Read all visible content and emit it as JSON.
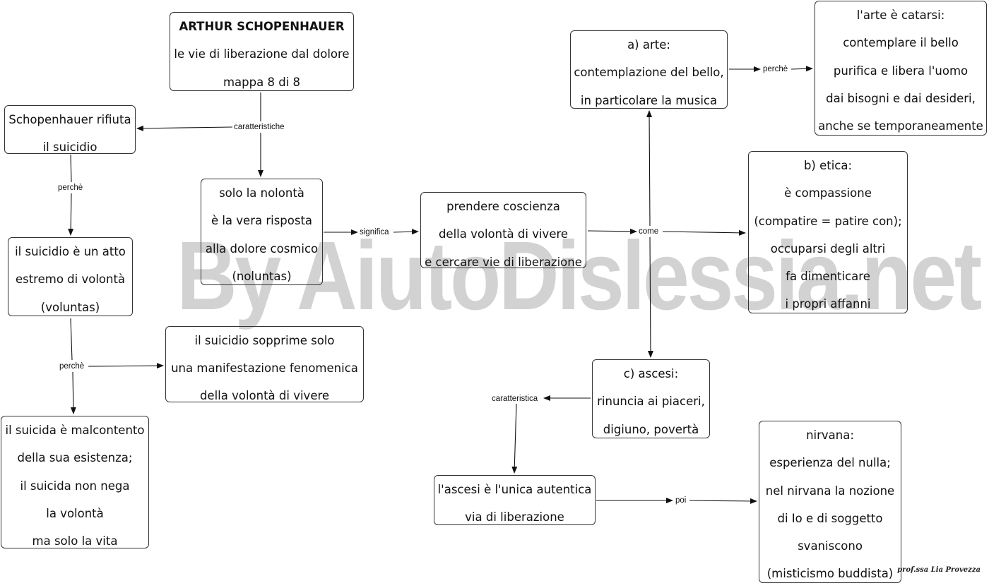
{
  "watermark": "By AiutoDislessia.net",
  "signature": "prof.ssa Lia Provezza",
  "nodes": {
    "title": [
      "ARTHUR SCHOPENHAUER",
      "le vie di liberazione dal dolore",
      "mappa 8 di 8"
    ],
    "rifiuta": [
      "Schopenhauer rifiuta",
      "il suicidio"
    ],
    "nolonta": [
      "solo la nolontà",
      "è la vera risposta",
      "alla dolore cosmico",
      "(noluntas)"
    ],
    "atto": [
      "il suicidio è un atto",
      "estremo di volontà",
      "(voluntas)"
    ],
    "sopprime": [
      "il suicidio sopprime solo",
      "una manifestazione fenomenica",
      "della volontà di vivere"
    ],
    "malcontento": [
      "il suicida è malcontento",
      "della sua esistenza;",
      "il suicida non nega",
      "la volontà",
      "ma solo la vita"
    ],
    "coscienza": [
      "prendere coscienza",
      "della volontà di vivere",
      "e cercare vie di liberazione"
    ],
    "arte": [
      "a) arte:",
      "contemplazione del bello,",
      "in particolare la musica"
    ],
    "catarsi": [
      "l'arte è catarsi:",
      "contemplare il bello",
      "purifica e libera l'uomo",
      "dai bisogni e dai desideri,",
      "anche se temporaneamente"
    ],
    "etica": [
      "b) etica:",
      "è compassione",
      "(compatire = patire con);",
      "occuparsi degli altri",
      "fa dimenticare",
      "i propri affanni"
    ],
    "ascesi": [
      "c) ascesi:",
      "rinuncia ai piaceri,",
      "digiuno, povertà"
    ],
    "unica": [
      "l'ascesi è l'unica autentica",
      "via di liberazione"
    ],
    "nirvana": [
      "nirvana:",
      "esperienza del nulla;",
      "nel nirvana la nozione",
      "di Io e di soggetto",
      "svaniscono",
      "(misticismo buddista)"
    ]
  },
  "labels": {
    "caratteristiche": "caratteristiche",
    "perche_1": "perchè",
    "perche_2": "perchè",
    "significa": "significa",
    "come": "come",
    "perche_arte": "perchè",
    "caratteristica": "caratteristica",
    "poi": "poi"
  }
}
